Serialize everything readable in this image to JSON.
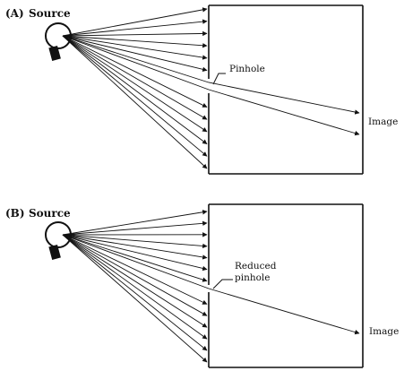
{
  "figure": {
    "panels": [
      {
        "id": "A",
        "panel_label": "(A)",
        "source_label": "Source",
        "pinhole_label": "Pinhole",
        "pinhole_label_line2": "",
        "image_label": "Image",
        "rays_to_screen": 14,
        "rays_through_pinhole": 2
      },
      {
        "id": "B",
        "panel_label": "(B)",
        "source_label": "Source",
        "pinhole_label": "Reduced",
        "pinhole_label_line2": "pinhole",
        "image_label": "Image",
        "rays_to_screen": 14,
        "rays_through_pinhole": 1
      }
    ],
    "colors": {
      "ink": "#111111",
      "background": "#ffffff"
    },
    "icons": {
      "source": "light-bulb-icon"
    }
  }
}
